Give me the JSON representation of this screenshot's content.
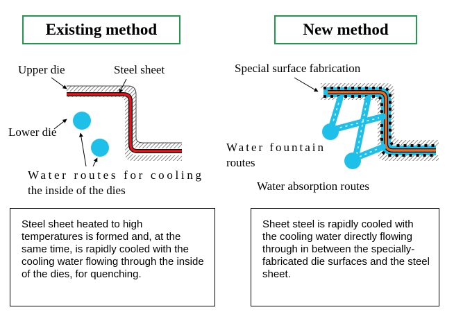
{
  "existing": {
    "title": "Existing method",
    "labels": {
      "upper_die": "Upper die",
      "steel_sheet": "Steel sheet",
      "lower_die": "Lower die",
      "water_routes_line1": "Water routes for cooling",
      "water_routes_line2": "the inside of the dies"
    },
    "description": "Steel sheet heated to high temperatures is formed and, at the same time, is rapidly cooled with the cooling water flowing through the inside of the dies, for quenching."
  },
  "new": {
    "title": "New method",
    "labels": {
      "special_surface": "Special surface fabrication",
      "water_fountain_line1": "Water fountain",
      "water_fountain_line2": "routes",
      "water_absorption": "Water absorption routes"
    },
    "description": "Sheet steel is rapidly cooled with the cooling water directly flowing through in between the specially-fabricated die surfaces and the steel sheet."
  },
  "colors": {
    "title_border": "#1f9a4d",
    "water": "#1ec0ea",
    "steel_hot_existing": "#e8141c",
    "steel_hot_new": "#f06a1a",
    "hatch": "#555555"
  }
}
